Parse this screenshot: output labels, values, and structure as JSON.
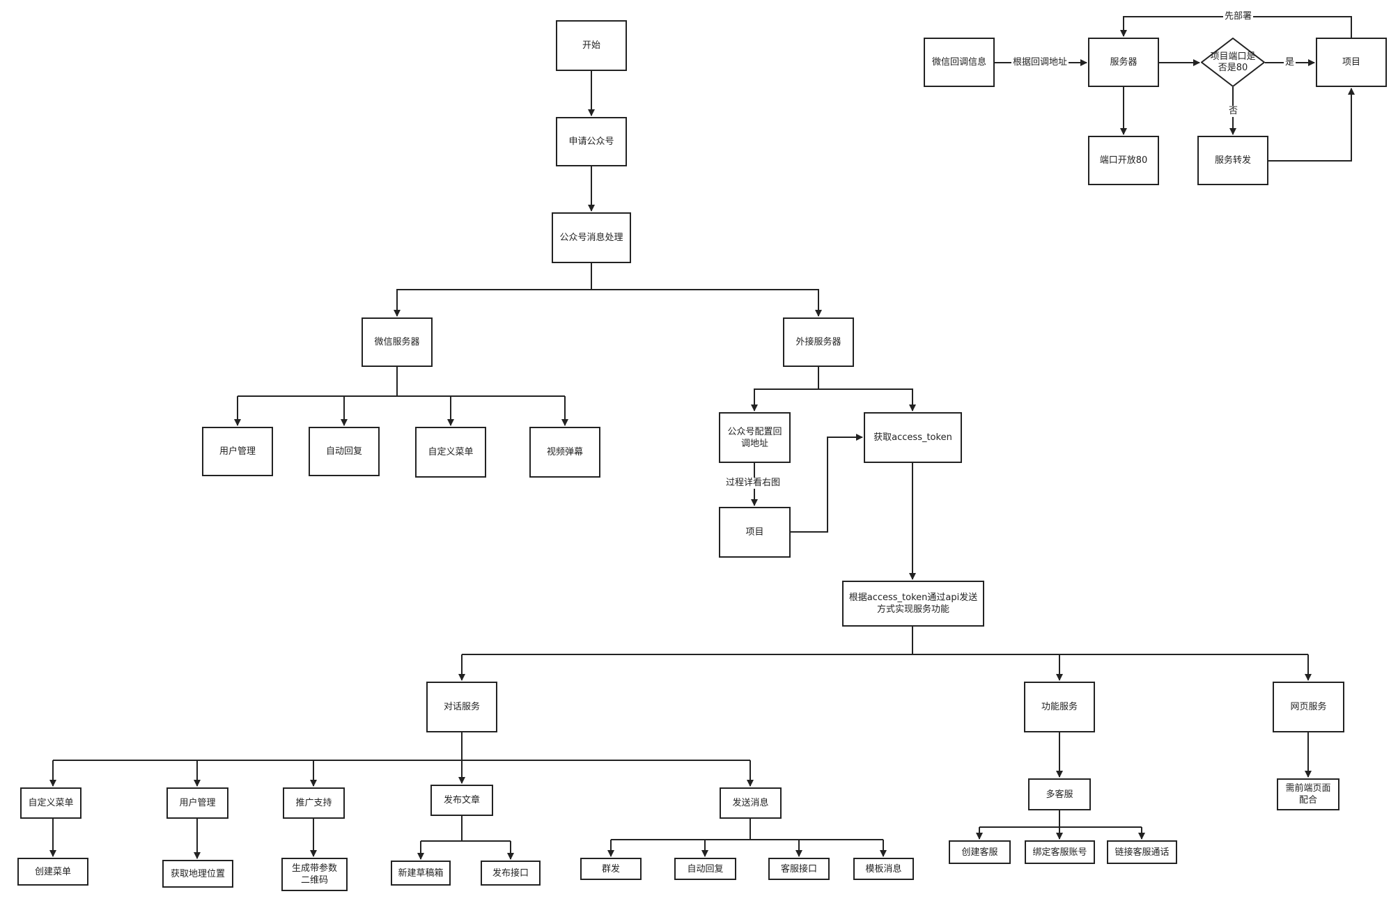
{
  "nodes": {
    "start": "开始",
    "apply": "申请公众号",
    "msg": "公众号消息处理",
    "wxserver": "微信服务器",
    "extserver": "外接服务器",
    "user_mgmt": "用户管理",
    "auto_reply": "自动回复",
    "custom_menu": "自定义菜单",
    "video_danmu": "视频弹幕",
    "config_cb": "公众号配置回\n调地址",
    "project_mid": "项目",
    "get_token": "获取access_token",
    "api_send": "根据access_token通过api发送\n方式实现服务功能",
    "dialog_svc": "对话服务",
    "func_svc": "功能服务",
    "web_svc": "网页服务",
    "b_custom_menu": "自定义菜单",
    "b_user_mgmt": "用户管理",
    "promo": "推广支持",
    "publish": "发布文章",
    "send_msg": "发送消息",
    "create_menu": "创建菜单",
    "get_location": "获取地理位置",
    "qrcode": "生成带参数\n二维码",
    "new_draft": "新建草稿箱",
    "publish_api": "发布接口",
    "mass_send": "群发",
    "auto_reply2": "自动回复",
    "cs_api": "客服接口",
    "template_msg": "模板消息",
    "multi_cs": "多客服",
    "create_cs": "创建客服",
    "bind_cs": "绑定客服账号",
    "link_cs": "链接客服通话",
    "frontend": "需前端页面\n配合",
    "wx_callback": "微信回调信息",
    "tr_server": "服务器",
    "port_check": "项目端口是\n否是80",
    "tr_project": "项目",
    "port_open": "端口开放80",
    "forward": "服务转发"
  },
  "edge_labels": {
    "detail": "过程详看右图",
    "by_callback": "根据回调地址",
    "yes": "是",
    "no": "否",
    "deploy_first": "先部署"
  }
}
